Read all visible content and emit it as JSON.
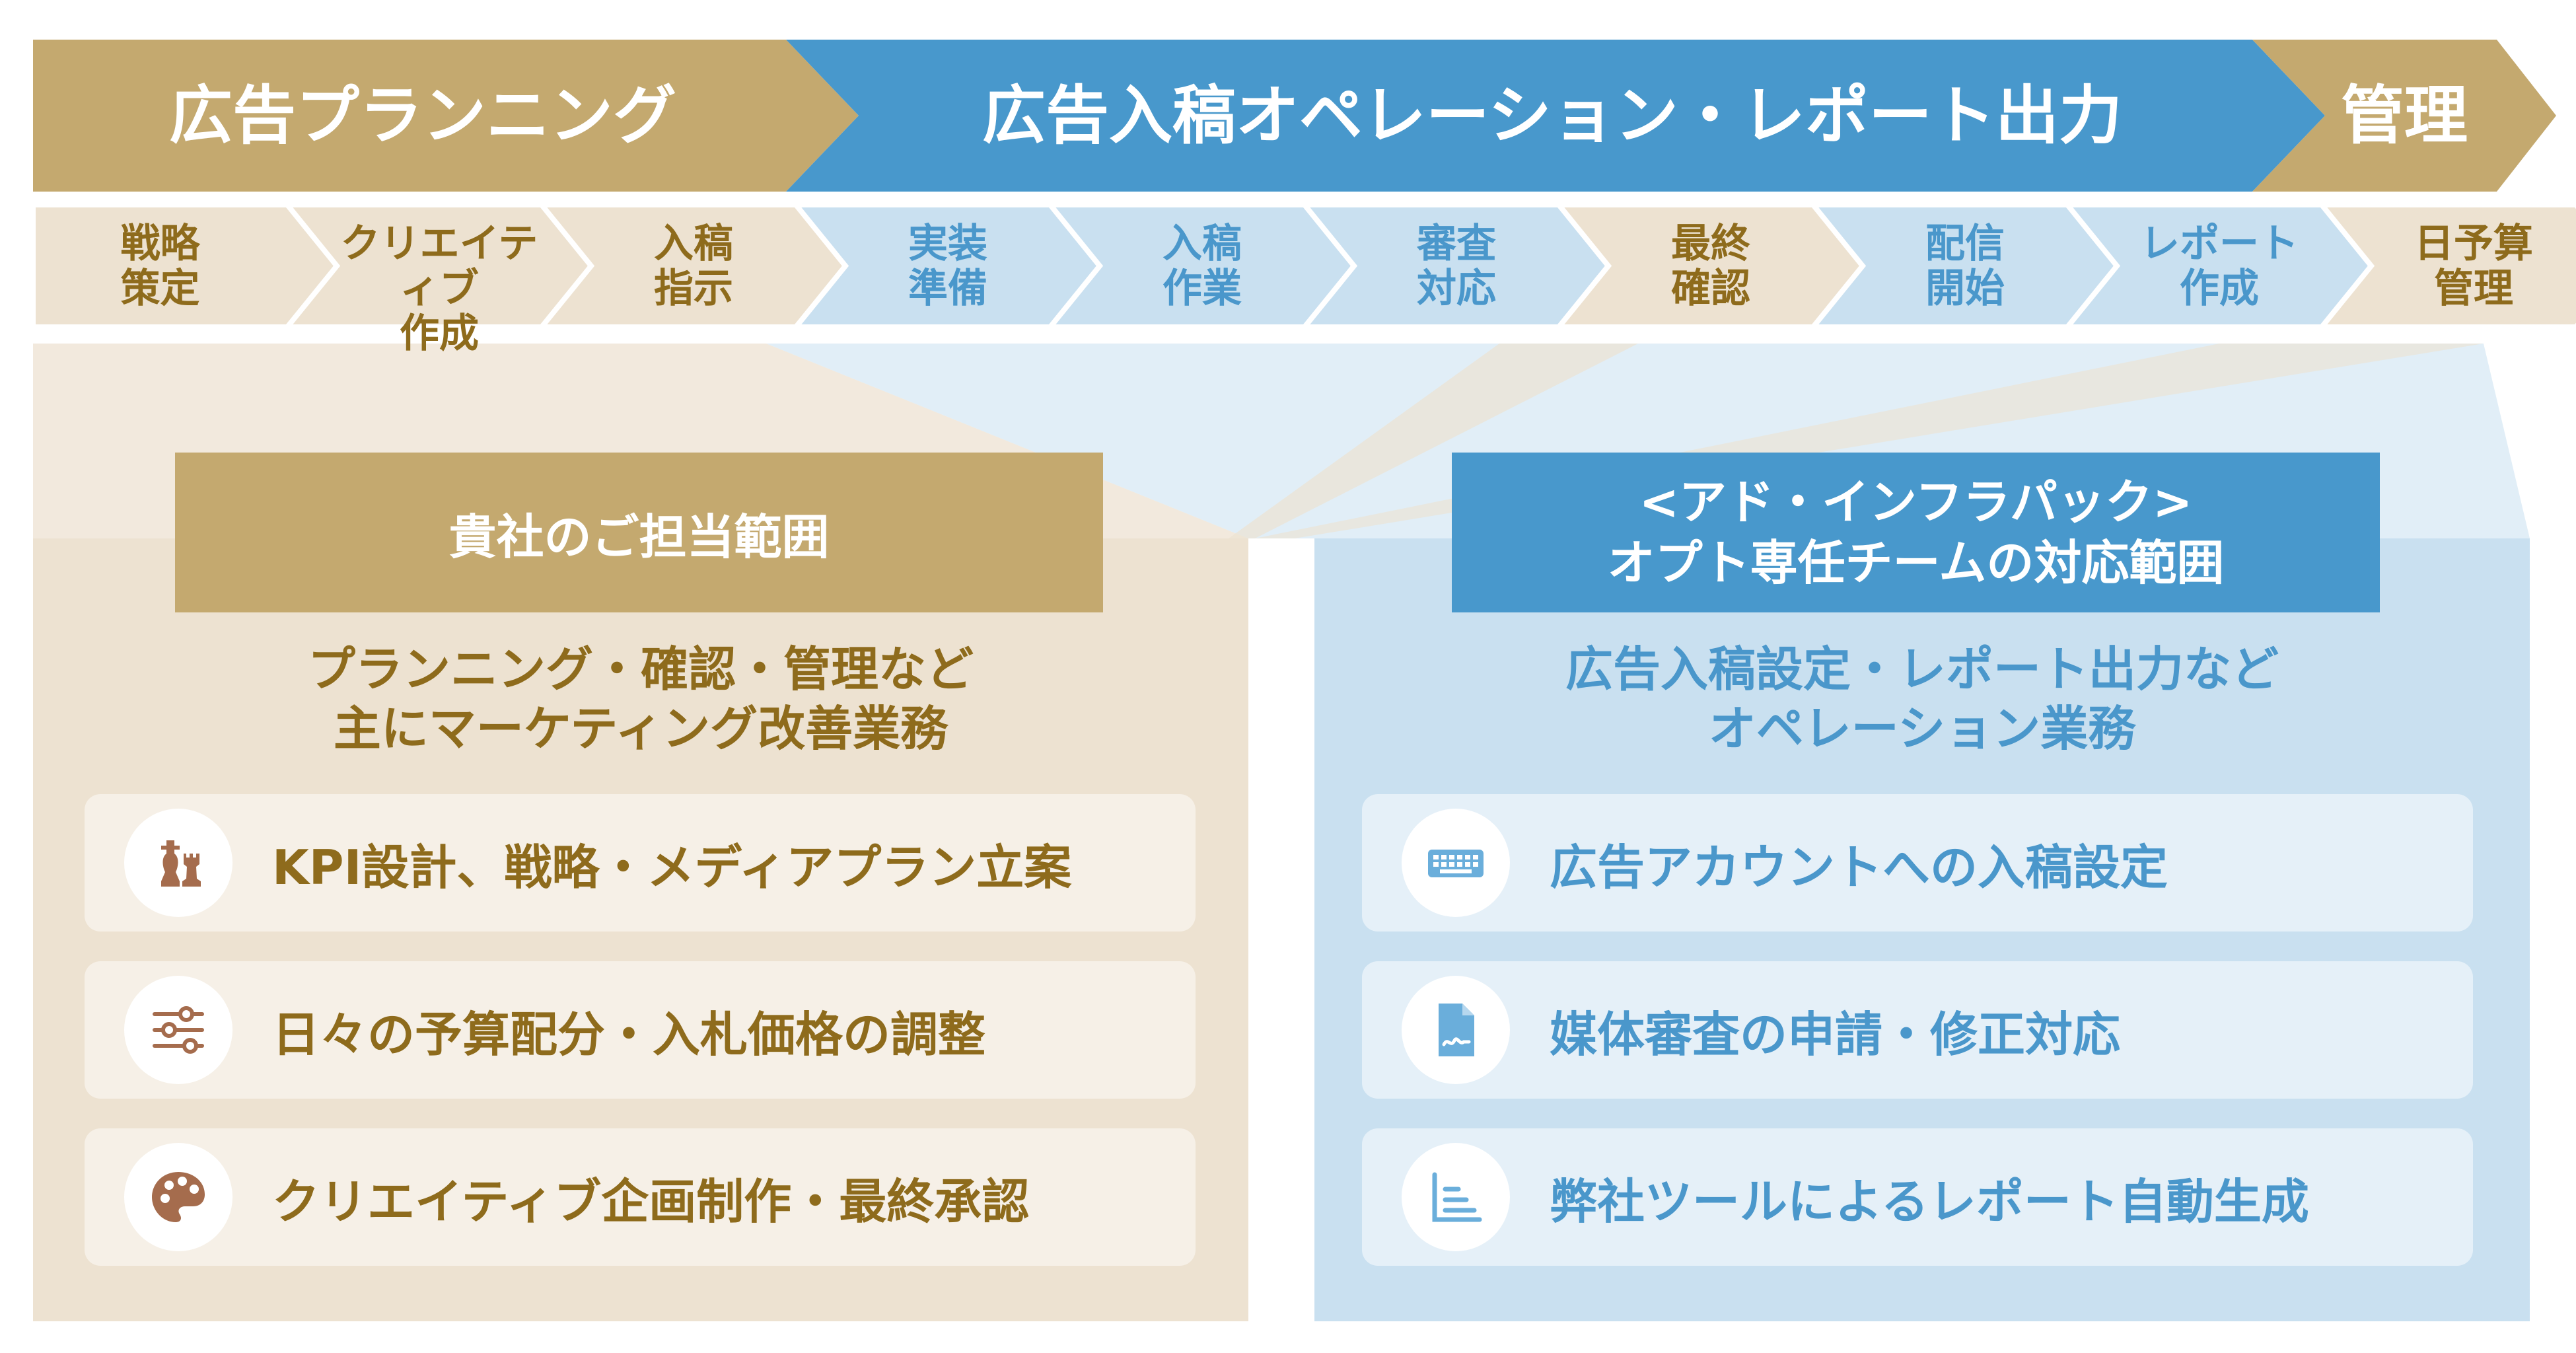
{
  "colors": {
    "gold": "#c4a96f",
    "gold_light": "#ede2d1",
    "gold_item": "#f6f0e7",
    "gold_text": "#8e6b1c",
    "blue": "#4898cc",
    "blue_light": "#c9e0f0",
    "blue_item": "#e5f0f8",
    "blue_text": "#4a97cb",
    "icon_brown": "#a56c4d",
    "icon_blue": "#6aaedb"
  },
  "phases": [
    {
      "label": "広告プランニング",
      "color": "gold"
    },
    {
      "label": "広告入稿オペレーション・レポート出力",
      "color": "blue"
    },
    {
      "label": "管理",
      "color": "gold"
    }
  ],
  "steps": [
    {
      "label": "戦略\n策定",
      "color": "gold"
    },
    {
      "label": "クリエイティブ\n作成",
      "color": "gold"
    },
    {
      "label": "入稿\n指示",
      "color": "gold"
    },
    {
      "label": "実装\n準備",
      "color": "blue"
    },
    {
      "label": "入稿\n作業",
      "color": "blue"
    },
    {
      "label": "審査\n対応",
      "color": "blue"
    },
    {
      "label": "最終\n確認",
      "color": "gold"
    },
    {
      "label": "配信\n開始",
      "color": "blue"
    },
    {
      "label": "レポート\n作成",
      "color": "blue"
    },
    {
      "label": "日予算\n管理",
      "color": "gold"
    }
  ],
  "client_panel": {
    "header": "貴社のご担当範囲",
    "subtitle": "プランニング・確認・管理など\n主にマーケティング改善業務",
    "items": [
      {
        "icon": "chess-icon",
        "label": "KPI設計、戦略・メディアプラン立案"
      },
      {
        "icon": "sliders-icon",
        "label": "日々の予算配分・入札価格の調整"
      },
      {
        "icon": "palette-icon",
        "label": "クリエイティブ企画制作・最終承認"
      }
    ]
  },
  "team_panel": {
    "header_line1": "<アド・インフラパック>",
    "header_line2": "オプト専任チームの対応範囲",
    "subtitle": "広告入稿設定・レポート出力など\nオペレーション業務",
    "items": [
      {
        "icon": "keyboard-icon",
        "label": "広告アカウントへの入稿設定"
      },
      {
        "icon": "document-check-icon",
        "label": "媒体審査の申請・修正対応"
      },
      {
        "icon": "chart-list-icon",
        "label": "弊社ツールによるレポート自動生成"
      }
    ]
  }
}
